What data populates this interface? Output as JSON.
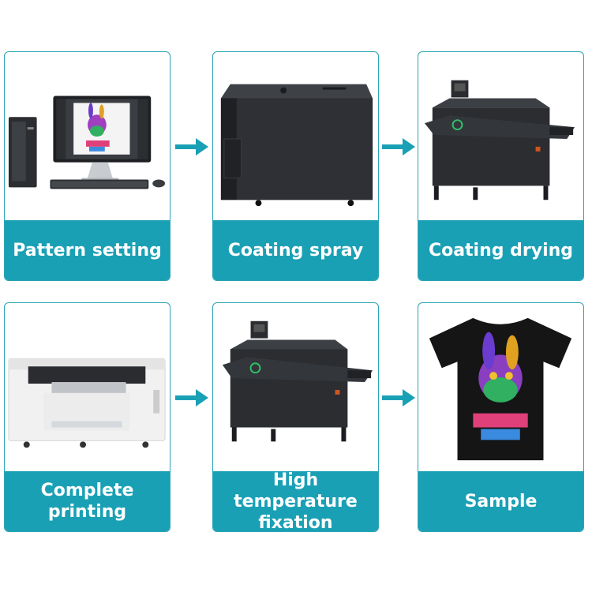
{
  "steps": [
    {
      "label": "Pattern setting"
    },
    {
      "label": "Coating spray"
    },
    {
      "label": "Coating drying"
    },
    {
      "label": "Complete printing"
    },
    {
      "label": "High temperature fixation"
    },
    {
      "label": "Sample"
    }
  ],
  "icons": [
    "arrow-right-icon"
  ],
  "colors": {
    "accent": "#1aa0b5",
    "border": "#2ba4b5"
  }
}
